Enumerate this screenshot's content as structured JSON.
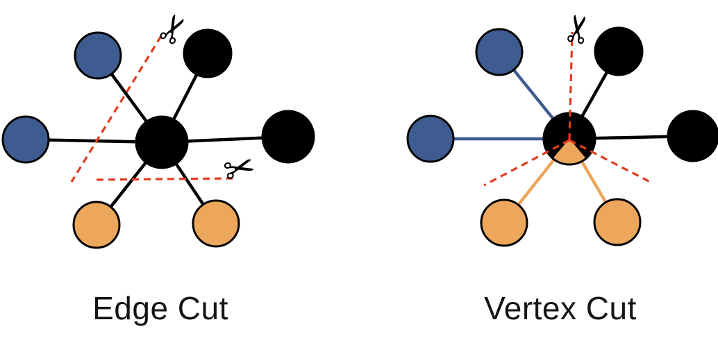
{
  "colors": {
    "background": "#ffffff",
    "black": "#000000",
    "blue": "#3e5c8f",
    "orange": "#eca75c",
    "red": "#e43a1e",
    "label": "#151515"
  },
  "icons": {
    "scissors": "✂"
  },
  "panels": [
    {
      "id": "edge-cut",
      "label": "Edge Cut",
      "center_node_color": "black",
      "spoke_nodes": [
        {
          "position": "top-left",
          "color": "blue"
        },
        {
          "position": "left",
          "color": "blue"
        },
        {
          "position": "top-right",
          "color": "black"
        },
        {
          "position": "right",
          "color": "black"
        },
        {
          "position": "bottom-left",
          "color": "orange"
        },
        {
          "position": "bottom-right",
          "color": "orange"
        }
      ],
      "edge_color": "black",
      "cut_style": "red dashed lines across edges",
      "cut_line_count": 2,
      "scissors_count": 2
    },
    {
      "id": "vertex-cut",
      "label": "Vertex Cut",
      "center_node_color": "black with orange bottom segment",
      "spoke_nodes": [
        {
          "position": "top-left",
          "color": "blue"
        },
        {
          "position": "left",
          "color": "blue"
        },
        {
          "position": "top-right",
          "color": "black"
        },
        {
          "position": "right",
          "color": "black"
        },
        {
          "position": "bottom-left",
          "color": "orange"
        },
        {
          "position": "bottom-right",
          "color": "orange"
        }
      ],
      "edge_color": "matches spoke node color",
      "cut_style": "red dashed lines radiating from center vertex",
      "cut_line_count": 3,
      "scissors_count": 1
    }
  ]
}
